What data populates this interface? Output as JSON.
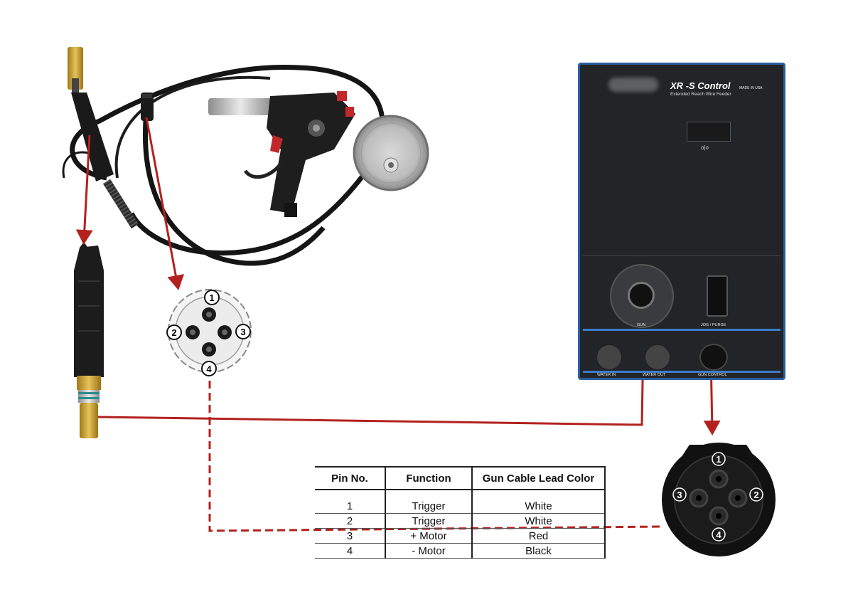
{
  "wire_feeder": {
    "brand_title": "XR -S Control",
    "brand_subtitle": "Extended Reach Wire Feeder",
    "made_in": "MADE IN USA",
    "switch_symbol": "o|o",
    "labels": {
      "gun": "GUN",
      "jog_purge": "JOG / PURGE",
      "water_in": "WATER IN",
      "water_out": "WATER OUT",
      "gun_control": "GUN CONTROL"
    }
  },
  "gun_connector_pins": [
    "1",
    "2",
    "3",
    "4"
  ],
  "feeder_connector_pins": [
    "1",
    "2",
    "3",
    "4"
  ],
  "pin_table": {
    "headers": [
      "Pin No.",
      "Function",
      "Gun Cable Lead Color"
    ],
    "rows": [
      {
        "pin": "1",
        "function": "Trigger",
        "color": "White"
      },
      {
        "pin": "2",
        "function": "Trigger",
        "color": "White"
      },
      {
        "pin": "3",
        "function": "+ Motor",
        "color": "Red"
      },
      {
        "pin": "4",
        "function": "- Motor",
        "color": "Black"
      }
    ]
  },
  "colors": {
    "arrow": "#b3211e",
    "panel_border": "#2a5f9e",
    "panel_body": "#232427"
  }
}
